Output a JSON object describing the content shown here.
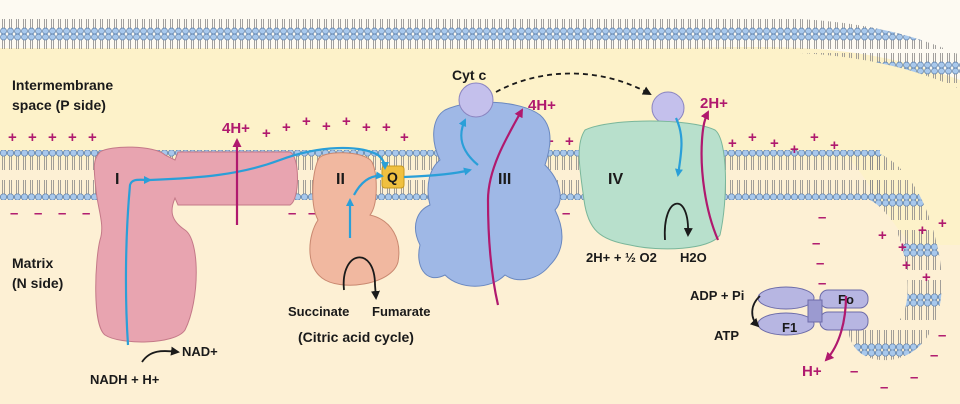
{
  "regions": {
    "intermembrane_line1": "Intermembrane",
    "intermembrane_line2": "space (P side)",
    "matrix_line1": "Matrix",
    "matrix_line2": "(N side)"
  },
  "complexes": {
    "I": "I",
    "II": "II",
    "III": "III",
    "IV": "IV",
    "Q": "Q",
    "cytc": "Cyt c"
  },
  "protons": {
    "complex_I": "4H+",
    "complex_III": "4H+",
    "complex_IV": "2H+",
    "atp_synthase": "H+"
  },
  "substrates": {
    "nadh": "NADH + H+",
    "nad": "NAD+",
    "succinate": "Succinate",
    "fumarate": "Fumarate",
    "citric": "(Citric acid cycle)",
    "reactant": "2H+ + ½ O2",
    "water": "H2O",
    "adp": "ADP + Pi",
    "atp": "ATP",
    "fo": "Fo",
    "f1": "F1"
  },
  "colors": {
    "intermembrane_bg": "#fdf2c9",
    "matrix_bg": "#fdf0d4",
    "complex_I": "#e8a4b0",
    "complex_II": "#f1b8a0",
    "complex_III": "#9fb8e6",
    "complex_IV": "#b8e0cc",
    "cytc": "#c4c0ec",
    "q": "#f0c040",
    "electron_arrow": "#2a9fd8",
    "proton": "#b0196e",
    "lipid_head": "#a8c8ec"
  }
}
